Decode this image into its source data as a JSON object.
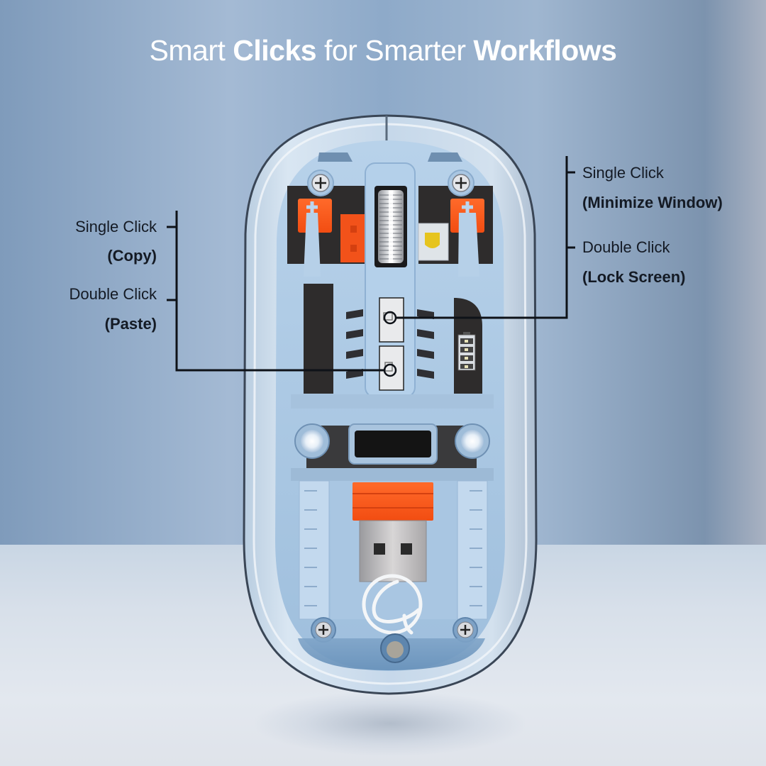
{
  "headline": {
    "part1": "Smart ",
    "part2": "Clicks",
    "part3": " for Smarter ",
    "part4": "Workflows"
  },
  "callouts": {
    "left": {
      "single_click": "Single Click",
      "single_action": "(Copy)",
      "double_click": "Double Click",
      "double_action": "(Paste)"
    },
    "right": {
      "single_click": "Single Click",
      "single_action": "(Minimize Window)",
      "double_click": "Double Click",
      "double_action": "(Lock Screen)"
    }
  },
  "product": {
    "type": "transparent wireless mouse (cutaway view)",
    "components": [
      "scroll-wheel",
      "left-switch",
      "right-switch",
      "dpi-switch",
      "copy-paste-button",
      "minimize-lock-button",
      "battery-indicator",
      "optical-sensor-leds",
      "usb-receiver",
      "brand-logo"
    ]
  },
  "colors": {
    "background_blue": "#8eaac9",
    "mouse_shell": "#a9c6e2",
    "accent_orange": "#ff5a1f",
    "text_dark": "#141a24",
    "headline_white": "#ffffff"
  }
}
